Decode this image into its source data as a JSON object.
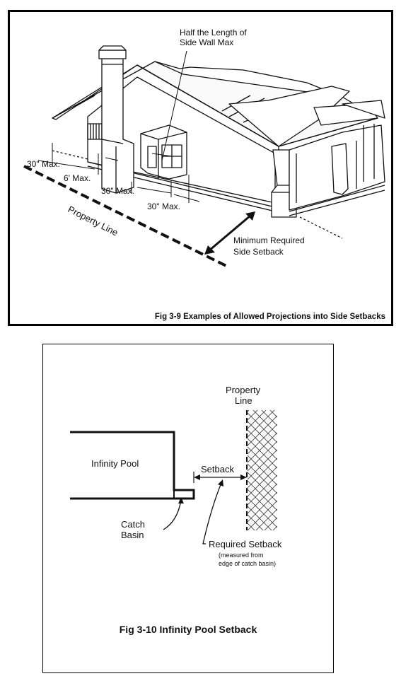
{
  "figure_1": {
    "caption": "Fig 3-9  Examples of Allowed Projections into Side Setbacks",
    "labels": {
      "half_length": "Half the Length of",
      "side_wall_max": "Side Wall Max",
      "max_30_a": "30\" Max.",
      "max_6": "6' Max.",
      "max_30_b": "30\" Max.",
      "max_30_c": "30\" Max.",
      "property_line": "Property Line",
      "min_required": "Minimum Required",
      "side_setback": "Side Setback"
    }
  },
  "figure_2": {
    "caption": "Fig 3-10  Infinity Pool Setback",
    "labels": {
      "property": "Property",
      "line": "Line",
      "infinity_pool": "Infinity Pool",
      "setback": "Setback",
      "catch": "Catch",
      "basin": "Basin",
      "required_setback": "Required Setback",
      "measured_from": "(measured from",
      "edge_of_catch_basin": "edge of catch basin)"
    }
  }
}
